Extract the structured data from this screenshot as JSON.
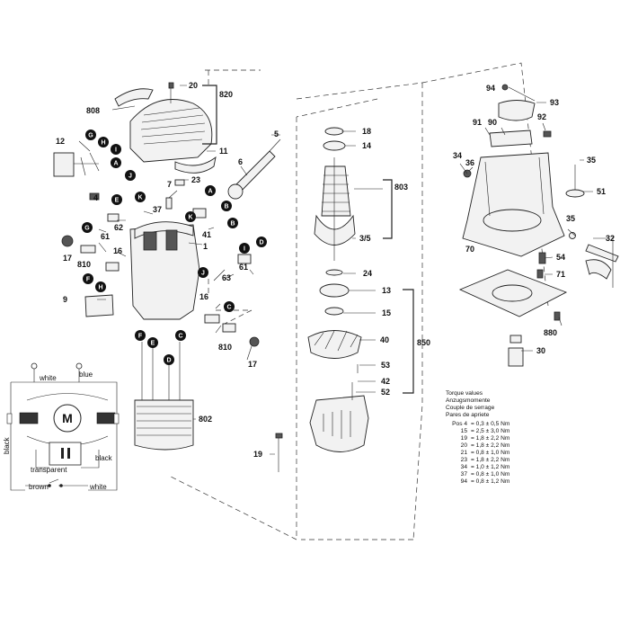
{
  "part_numbers": {
    "p20": "20",
    "p820": "820",
    "p808": "808",
    "p12": "12",
    "p11": "11",
    "p5": "5",
    "p6": "6",
    "p23": "23",
    "p7": "7",
    "p4": "4",
    "p37": "37",
    "p62": "62",
    "p61a": "61",
    "p41": "41",
    "p17a": "17",
    "p810a": "810",
    "p16a": "16",
    "p1": "1",
    "p9": "9",
    "p63": "63",
    "p61b": "61",
    "p16b": "16",
    "p810b": "810",
    "p17b": "17",
    "p802": "802",
    "p18": "18",
    "p14": "14",
    "p803": "803",
    "p3_5": "3/5",
    "p24": "24",
    "p13": "13",
    "p15": "15",
    "p40": "40",
    "p850": "850",
    "p53": "53",
    "p42": "42",
    "p52": "52",
    "p19": "19",
    "p94": "94",
    "p93": "93",
    "p91": "91",
    "p90": "90",
    "p92": "92",
    "p34": "34",
    "p36": "36",
    "p35a": "35",
    "p51": "51",
    "p70": "70",
    "p35b": "35",
    "p32": "32",
    "p54": "54",
    "p71": "71",
    "p880": "880",
    "p30": "30"
  },
  "connector_letters": {
    "G1": "G",
    "H1": "H",
    "I1": "I",
    "A1": "A",
    "J1": "J",
    "K1": "K",
    "E1": "E",
    "G2": "G",
    "A2": "A",
    "B1": "B",
    "K2": "K",
    "B2": "B",
    "F1": "F",
    "H2": "H",
    "I2": "I",
    "J2": "J",
    "D1": "D",
    "C1": "C",
    "F2": "F",
    "E2": "E",
    "C2": "C",
    "D2": "D"
  },
  "wiring": {
    "white_top": "white",
    "blue": "blue",
    "motor": "M",
    "black_left": "black",
    "black_right": "black",
    "transparent": "transparent",
    "brown": "brown",
    "white_bottom": "white"
  },
  "torque": {
    "headings": [
      "Torque values",
      "Anzugsmomente",
      "Couple de serrage",
      "Pares de apriete"
    ],
    "rows": [
      {
        "pos": "Pos   4",
        "value": "=  0,3 ± 0,5 Nm"
      },
      {
        "pos": "15",
        "value": "=  2,5 ± 3,0 Nm"
      },
      {
        "pos": "19",
        "value": "=  1,8 ± 2,2 Nm"
      },
      {
        "pos": "20",
        "value": "=  1,8 ± 2,2 Nm"
      },
      {
        "pos": "21",
        "value": "=  0,8 ± 1,0 Nm"
      },
      {
        "pos": "23",
        "value": "=  1,8 ± 2,2 Nm"
      },
      {
        "pos": "34",
        "value": "=  1,0 ± 1,2 Nm"
      },
      {
        "pos": "37",
        "value": "=  0,8 ± 1,0 Nm"
      },
      {
        "pos": "94",
        "value": "=  0,8 ± 1,2 Nm"
      }
    ]
  }
}
